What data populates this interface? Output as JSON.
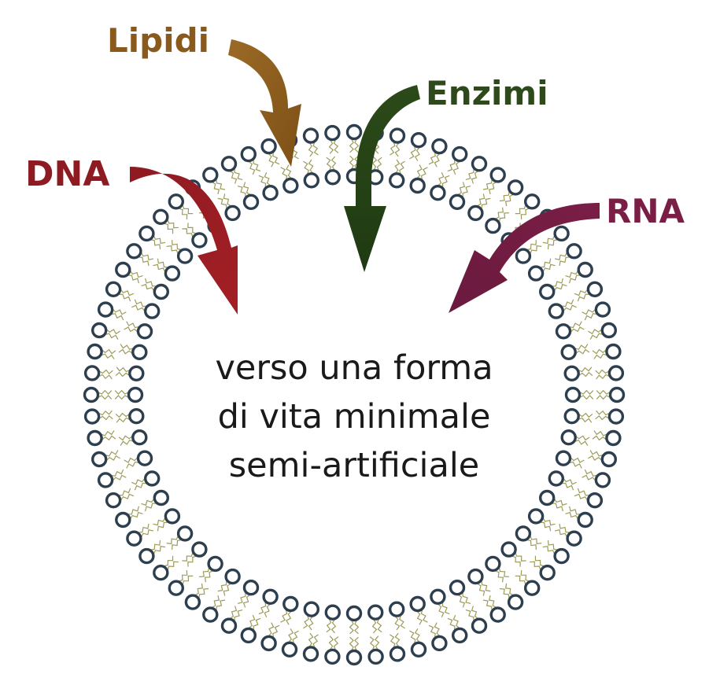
{
  "labels": {
    "lipidi": "Lipidi",
    "enzimi": "Enzimi",
    "dna": "DNA",
    "rna": "RNA"
  },
  "center_text": {
    "line1": "verso una forma",
    "line2": "di vita minimale",
    "line3": "semi-artificiale"
  },
  "colors": {
    "lipidi": "#8a5a1c",
    "enzimi": "#2e4a1c",
    "dna": "#8e1a22",
    "rna": "#7a1e46",
    "lipid_head": "#2d3f4f",
    "lipid_tail": "#8c8a3a"
  }
}
